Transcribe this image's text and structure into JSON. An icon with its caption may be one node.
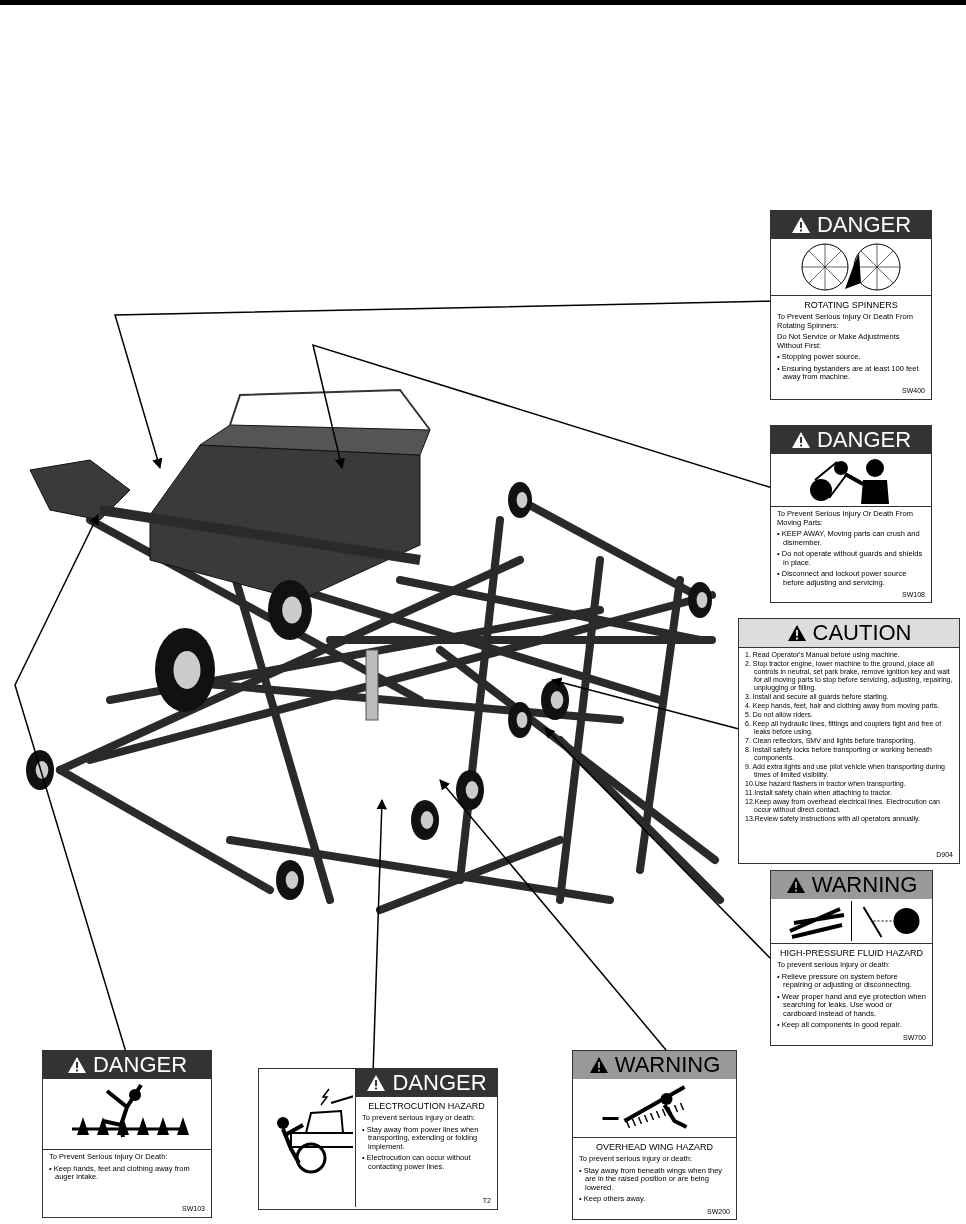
{
  "diagram": {
    "nodes": [
      {
        "text": [
          "DANGER",
          "ROTATING SPINNERS",
          "To Prevent Serious Injury Or Death From Rotating Spinners:",
          "Do Not Service or Make Adjustments Without First:",
          "• Stopping power source.",
          "• Ensuring bystanders are at least 100 feet away from machine.",
          "SW400"
        ]
      },
      {
        "text": [
          "DANGER",
          "To Prevent Serious Injury Or Death From Moving Parts:",
          "• KEEP AWAY, Moving parts can crush and dismember.",
          "• Do not operate without guards and shields in place.",
          "• Disconnect and lockout power source before adjusting and servicing.",
          "SW108"
        ]
      },
      {
        "text": [
          "CAUTION",
          "1. Read Operator's Manual before using machine.",
          "2. Stop tractor engine, lower machine to the ground, place all controls in neutral, set park brake, remove ignition key and wait for all moving parts to stop before servicing, adjusting, repairing, unplugging or filling.",
          "3. Install and secure all guards before starting.",
          "4. Keep hands, feet, hair and clothing away from moving parts.",
          "5. Do not allow riders.",
          "6. Keep all hydraulic lines, fittings and couplers tight and free of leaks before using.",
          "7. Clean reflectors, SMV and lights before transporting.",
          "8. Install safety locks before transporting or working beneath components.",
          "9. Add extra lights and use pilot vehicle when transporting during times of limited visibility.",
          "10.Use hazard flashers in tractor when transporting.",
          "11.Install safety chain when attaching to tractor.",
          "12.Keep away from overhead electrical lines. Electrocution can occur without direct contact.",
          "13.Review safety instructions with all operators annually.",
          "D904"
        ]
      },
      {
        "text": [
          "WARNING",
          "HIGH-PRESSURE FLUID HAZARD",
          "To prevent serious injury or death:",
          "• Relieve pressure on system before repairing or adjusting or disconnecting.",
          "• Wear proper hand and eye protection when searching for leaks. Use wood or cardboard instead of hands.",
          "• Keep all components in good repair.",
          "SW700"
        ]
      },
      {
        "text": [
          "DANGER",
          "To Prevent Serious Injury Or Death:",
          "• Keep hands, feet and clothing away from auger intake.",
          "SW103"
        ]
      },
      {
        "text": [
          "DANGER",
          "ELECTROCUTION HAZARD",
          "To prevent serious injury or death:",
          "• Stay away from power lines when transporting, extending or folding implement.",
          "• Electrocution can occur without contacting power lines.",
          "T2"
        ]
      },
      {
        "text": [
          "WARNING",
          "OVERHEAD WING HAZARD",
          "To prevent serious injury or death:",
          "• Stay away from beneath wings when they are in the raised position or are being lowered.",
          "• Keep others away.",
          "SW200"
        ]
      }
    ],
    "edges": [
      {
        "from": 0,
        "to": null,
        "arrow": "to"
      },
      {
        "from": 1,
        "to": null,
        "arrow": "to"
      },
      {
        "from": 2,
        "to": null,
        "arrow": "to"
      },
      {
        "from": 3,
        "to": null,
        "arrow": "to"
      },
      {
        "from": 4,
        "to": null,
        "arrow": "to"
      },
      {
        "from": 5,
        "to": null,
        "arrow": "to"
      },
      {
        "from": 6,
        "to": null,
        "arrow": "to"
      }
    ]
  }
}
